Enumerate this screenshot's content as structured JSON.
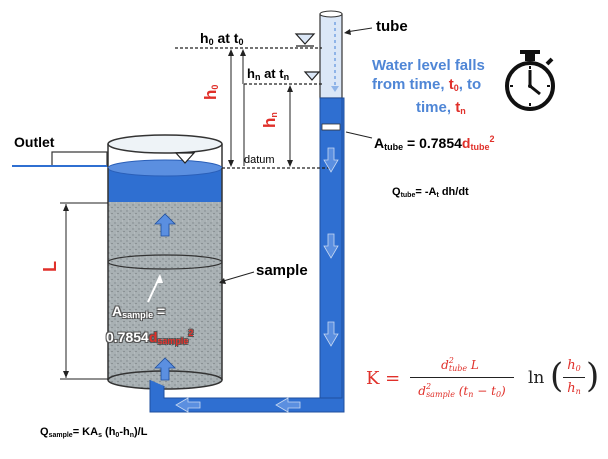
{
  "labels": {
    "h0_at_t0": "h",
    "h0_sub": "0",
    "at_t0_text": " at t",
    "t0_sub": "0",
    "hn_at_tn": "h",
    "hn_sub": "n",
    "at_tn_text": " at t",
    "tn_sub": "n",
    "tube": "tube",
    "water_falls_line1": "Water level falls",
    "water_falls_line2a": "from time, ",
    "water_falls_t0": "t",
    "water_falls_t0_sub": "0",
    "water_falls_line2b": ", to",
    "water_falls_line3": "time, ",
    "water_falls_tn": "t",
    "water_falls_tn_sub": "n",
    "outlet": "Outlet",
    "datum": "datum",
    "h0_vertical": "h",
    "h0_vertical_sub": "0",
    "hn_vertical": "h",
    "hn_vertical_sub": "n",
    "L": "L",
    "sample": "sample",
    "a_tube_prefix": "A",
    "a_tube_sub": "tube",
    "a_tube_eq": " = 0.7854",
    "a_tube_d": "d",
    "a_tube_d_sub": "tube",
    "a_tube_sup": "2",
    "q_tube_prefix": "Q",
    "q_tube_sub": "tube",
    "q_tube_eq": "= -A",
    "q_tube_a_sub": "t",
    "q_tube_rest": " dh/dt",
    "a_sample_prefix": "A",
    "a_sample_sub": "sample",
    "a_sample_eq": " =",
    "a_sample_value": "0.7854",
    "a_sample_d": "d",
    "a_sample_d_sub": "sample",
    "a_sample_sup": "2",
    "q_sample_prefix": "Q",
    "q_sample_sub": "sample",
    "q_sample_eq": "= KA",
    "q_sample_a_sub": "s",
    "q_sample_rest_a": " (h",
    "q_sample_h0_sub": "0",
    "q_sample_rest_b": "-h",
    "q_sample_hn_sub": "n",
    "q_sample_rest_c": ")/L"
  },
  "formula": {
    "lhs": "K =",
    "num_d": "d",
    "num_sup": "2",
    "num_sub": "tube",
    "num_L": " L",
    "den_d": "d",
    "den_sup": "2",
    "den_sub": "sample",
    "den_t": " (t",
    "den_tn": "n",
    "den_minus": " − t",
    "den_t0": "0",
    "den_close": ")",
    "ln": "ln",
    "ln_num": "h",
    "ln_num_sub": "0",
    "ln_den": "h",
    "ln_den_sub": "n"
  },
  "icons": {
    "stopwatch": "stopwatch-icon",
    "water_level": "water-level-triangle-icon",
    "flow_arrow": "flow-arrow-icon"
  },
  "colors": {
    "water": "#2f6fd1",
    "soil": "#a9b0b3",
    "tube_glass": "#dbe7f7",
    "red": "#e0302a",
    "light_blue": "#8fb4e8"
  }
}
